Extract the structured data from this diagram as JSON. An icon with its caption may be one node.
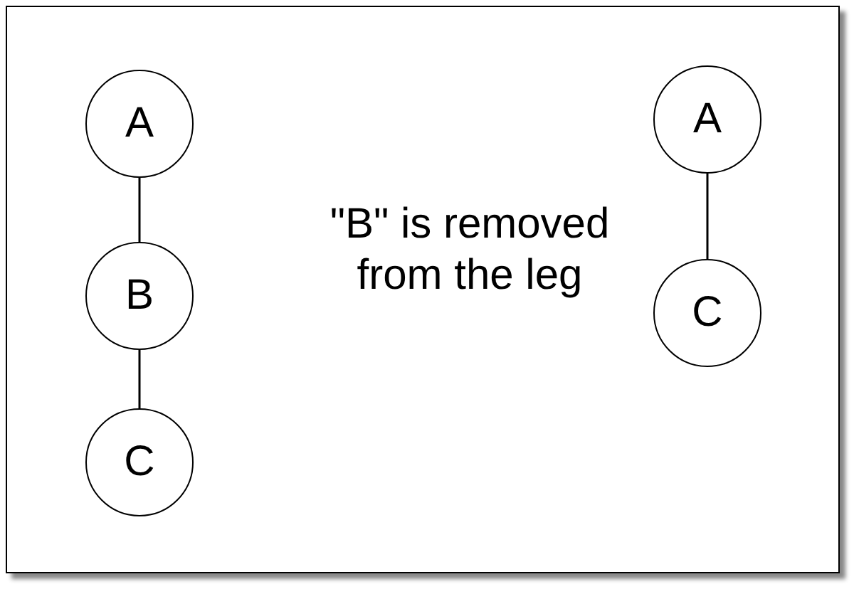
{
  "diagram": {
    "nodes": [
      {
        "text": [
          "A"
        ]
      },
      {
        "text": [
          "B"
        ]
      },
      {
        "text": [
          "C"
        ]
      },
      {
        "text": [
          "A"
        ]
      },
      {
        "text": [
          "C"
        ]
      }
    ],
    "edges": [
      {
        "from": 0,
        "to": 1,
        "arrow": "none"
      },
      {
        "from": 1,
        "to": 2,
        "arrow": "none"
      },
      {
        "from": 3,
        "to": 4,
        "arrow": "none"
      }
    ],
    "labels": [
      "\"B\" is removed from the leg"
    ]
  }
}
